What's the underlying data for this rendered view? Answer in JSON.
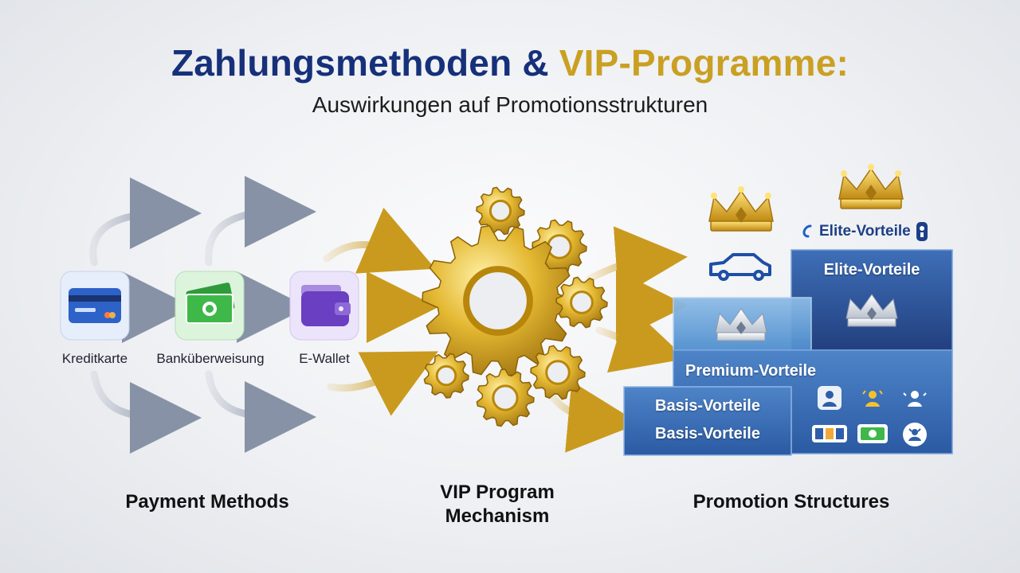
{
  "header": {
    "title_part1": "Zahlungsmethoden & ",
    "title_part2": "VIP-Programme:",
    "subtitle": "Auswirkungen auf Promotionsstrukturen"
  },
  "payment": {
    "items": [
      {
        "label": "Kreditkarte",
        "icon": "credit-card-icon"
      },
      {
        "label": "Banküberweisung",
        "icon": "banknote-icon"
      },
      {
        "label": "E-Wallet",
        "icon": "wallet-icon"
      }
    ],
    "section_label": "Payment Methods"
  },
  "vip": {
    "section_label_line1": "VIP Program",
    "section_label_line2": "Mechanism"
  },
  "promotion": {
    "section_label": "Promotion Structures",
    "elite_chip": "Elite-Vorteile",
    "tiers": {
      "elite": "Elite-Vorteile",
      "premium": "Premium-Vorteile",
      "basis_1": "Basis-Vorteile",
      "basis_2": "Basis-Vorteile"
    }
  },
  "colors": {
    "navy": "#16307a",
    "gold": "#caa023",
    "tier_blue": "#2f5ea8"
  }
}
